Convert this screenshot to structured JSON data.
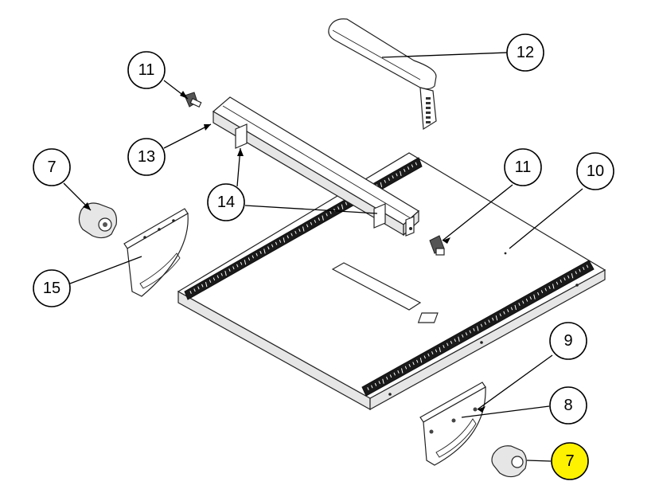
{
  "diagram": {
    "callouts": [
      {
        "id": "c12",
        "label": "12",
        "highlight": false
      },
      {
        "id": "c11a",
        "label": "11",
        "highlight": false
      },
      {
        "id": "c13",
        "label": "13",
        "highlight": false
      },
      {
        "id": "c7a",
        "label": "7",
        "highlight": false
      },
      {
        "id": "c14",
        "label": "14",
        "highlight": false
      },
      {
        "id": "c11b",
        "label": "11",
        "highlight": false
      },
      {
        "id": "c10",
        "label": "10",
        "highlight": false
      },
      {
        "id": "c15",
        "label": "15",
        "highlight": false
      },
      {
        "id": "c9",
        "label": "9",
        "highlight": false
      },
      {
        "id": "c8",
        "label": "8",
        "highlight": false
      },
      {
        "id": "c7b",
        "label": "7",
        "highlight": true
      }
    ],
    "highlight_color": "#fff200"
  }
}
